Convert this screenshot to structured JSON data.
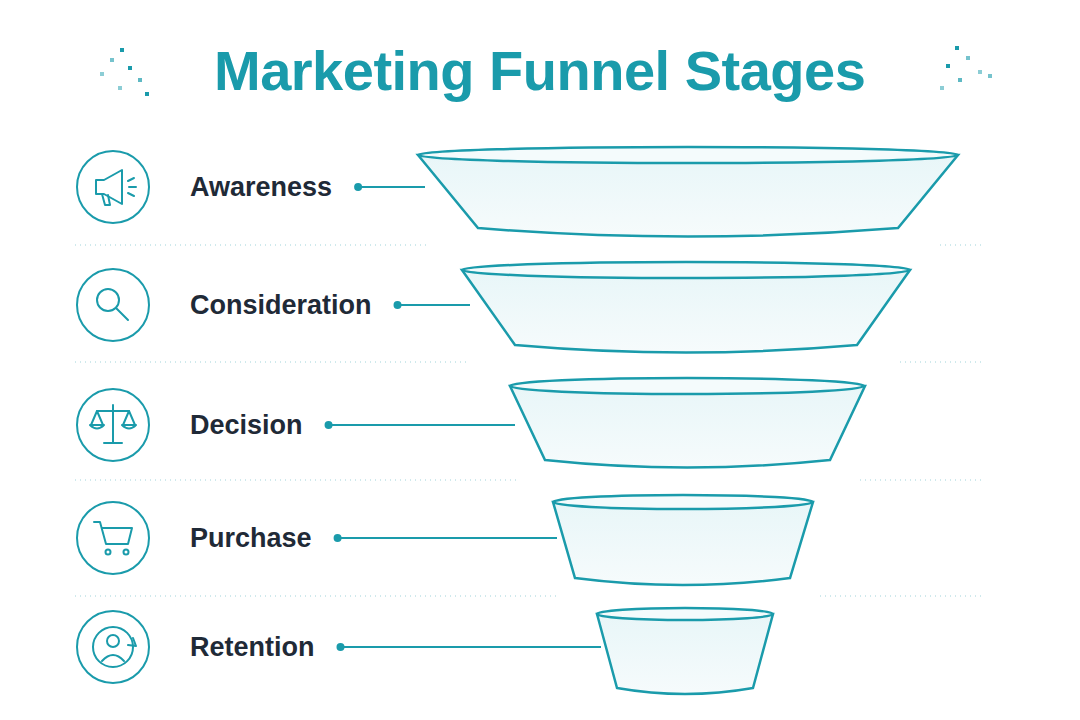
{
  "diagram": {
    "title": "Marketing Funnel Stages",
    "labels": [
      "Awareness",
      "Consideration",
      "Decision",
      "Purchase",
      "Retention"
    ]
  }
}
